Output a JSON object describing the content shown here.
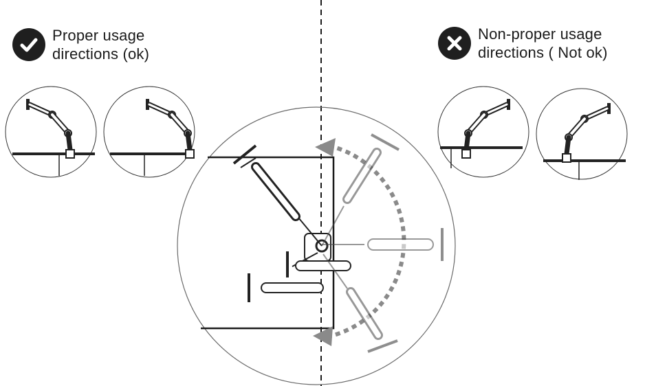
{
  "colors": {
    "ink": "#1a1a1a",
    "badge": "#1f1f1f",
    "arrow": "#8a8a8a",
    "outline": "#9a9a9a"
  },
  "legend": {
    "proper": {
      "icon": "checkmark-icon",
      "line1": "Proper usage",
      "line2": "directions (ok)"
    },
    "improper": {
      "icon": "cross-icon",
      "line1": "Non-proper usage",
      "line2": "directions ( Not ok)"
    }
  }
}
